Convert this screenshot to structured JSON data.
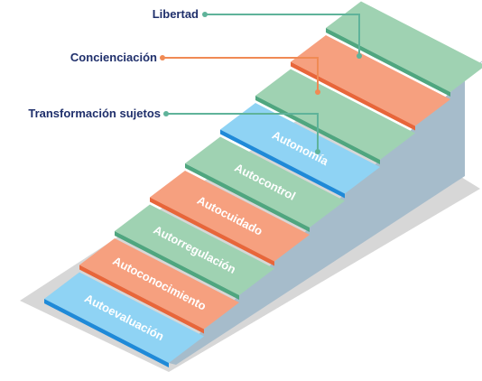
{
  "callouts": {
    "libertad": "Libertad",
    "concienciacion": "Concienciación",
    "transformacion": "Transformación  sujetos"
  },
  "steps": [
    {
      "label": "Autoevaluación",
      "color": "#8fd3f4"
    },
    {
      "label": "Autoconocimiento",
      "color": "#f6a07f"
    },
    {
      "label": "Autorregulación",
      "color": "#9fd2b2"
    },
    {
      "label": "Autocuidado",
      "color": "#f6a07f"
    },
    {
      "label": "Autocontrol",
      "color": "#9fd2b2"
    },
    {
      "label": "Autonomía",
      "color": "#8fd3f4"
    },
    {
      "label": "",
      "color": "#9fd2b2"
    },
    {
      "label": "",
      "color": "#f6a07f"
    },
    {
      "label": "",
      "color": "#9fd2b2"
    }
  ],
  "colors": {
    "callout_text": "#1f2f6b",
    "line_green": "#5fb39a",
    "line_orange": "#f08a54",
    "side_face": "#a6bccb",
    "shadow": "#d7d7d7"
  }
}
